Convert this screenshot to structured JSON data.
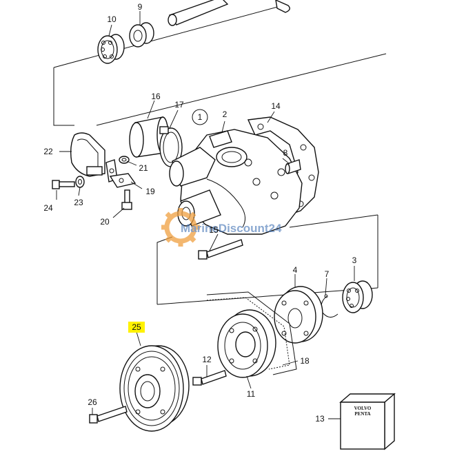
{
  "callouts": {
    "c1": "1",
    "c2": "2",
    "c3": "3",
    "c4": "4",
    "c7": "7",
    "c8": "8",
    "c9": "9",
    "c10": "10",
    "c11": "11",
    "c12": "12",
    "c13": "13",
    "c14": "14",
    "c15": "15",
    "c16": "16",
    "c17": "17",
    "c18": "18",
    "c19": "19",
    "c20": "20",
    "c21": "21",
    "c22": "22",
    "c23": "23",
    "c24": "24",
    "c25": "25",
    "c26": "26"
  },
  "highlighted_callout": "25",
  "highlight_color": "#fff200",
  "watermark": {
    "text": "MarineDiscount24",
    "color": "#4a78b8",
    "gear_color": "#f0a040"
  },
  "box_label": {
    "line1": "VOLVO",
    "line2": "PENTA"
  }
}
